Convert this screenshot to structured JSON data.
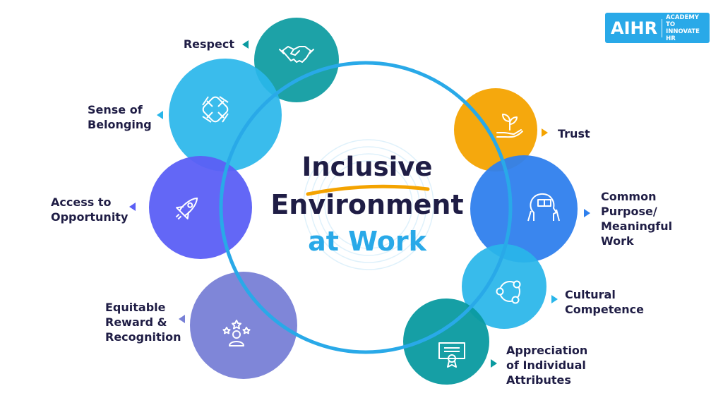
{
  "logo": {
    "brand": "AIHR",
    "tagline": "ACADEMY TO\nINNOVATE HR",
    "color": "#29a9e8"
  },
  "center": {
    "line1": "Inclusive",
    "line2": "Environment",
    "line3": "at Work",
    "dark_color": "#1f1d45",
    "accent_color": "#29a9e8",
    "underline_color": "#f4a300"
  },
  "ring_color": "#29a9e8",
  "nodes": [
    {
      "id": "respect",
      "label": "Respect",
      "color": "#0a9aa0",
      "icon": "handshake-icon"
    },
    {
      "id": "sense-of-belonging",
      "label": "Sense of\nBelonging",
      "color": "#29b6ea",
      "icon": "hands-circle-icon"
    },
    {
      "id": "access-to-opportunity",
      "label": "Access to\nOpportunity",
      "color": "#5b5ff5",
      "icon": "rocket-icon"
    },
    {
      "id": "equitable-reward",
      "label": "Equitable\nReward &\nRecognition",
      "color": "#7880d6",
      "icon": "person-stars-icon"
    },
    {
      "id": "trust",
      "label": "Trust",
      "color": "#f4a300",
      "icon": "plant-in-hand-icon"
    },
    {
      "id": "common-purpose",
      "label": "Common\nPurpose/\nMeaningful\nWork",
      "color": "#2f80ed",
      "icon": "head-puzzle-icon"
    },
    {
      "id": "cultural-competence",
      "label": "Cultural\nCompetence",
      "color": "#29b6ea",
      "icon": "network-icon"
    },
    {
      "id": "appreciation",
      "label": "Appreciation\nof Individual\nAttributes",
      "color": "#0a9aa0",
      "icon": "certificate-icon"
    }
  ]
}
